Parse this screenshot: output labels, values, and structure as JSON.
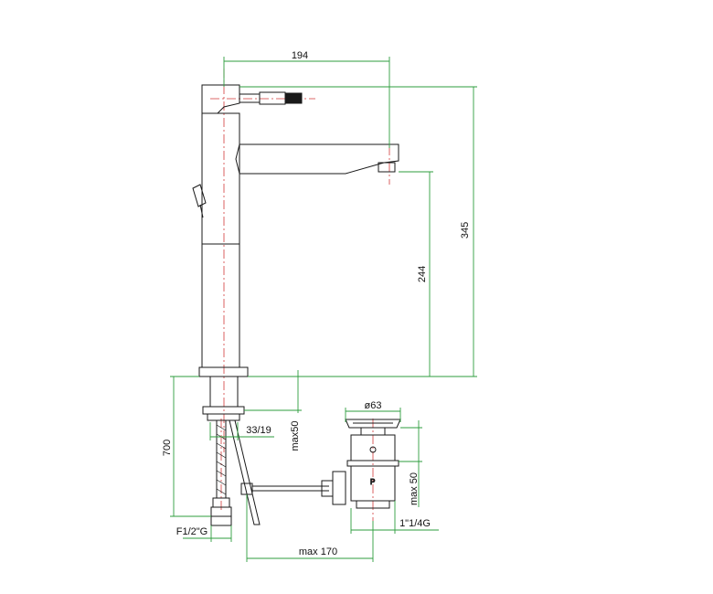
{
  "colors": {
    "outline": "#1a1a1a",
    "dimension": "#2e9e3e",
    "centerline": "#d23a3a",
    "background": "#ffffff"
  },
  "dimensions": {
    "spout_reach": "194",
    "total_height": "345",
    "spout_height": "244",
    "max_deck_thickness": "max50",
    "hole_diameter": "33/19",
    "hose_length": "700",
    "hose_connection": "F1/2\"G",
    "waste_diameter": "ø63",
    "waste_max_thickness": "max 50",
    "waste_thread": "1\"1/4G",
    "rod_reach": "max 170"
  }
}
